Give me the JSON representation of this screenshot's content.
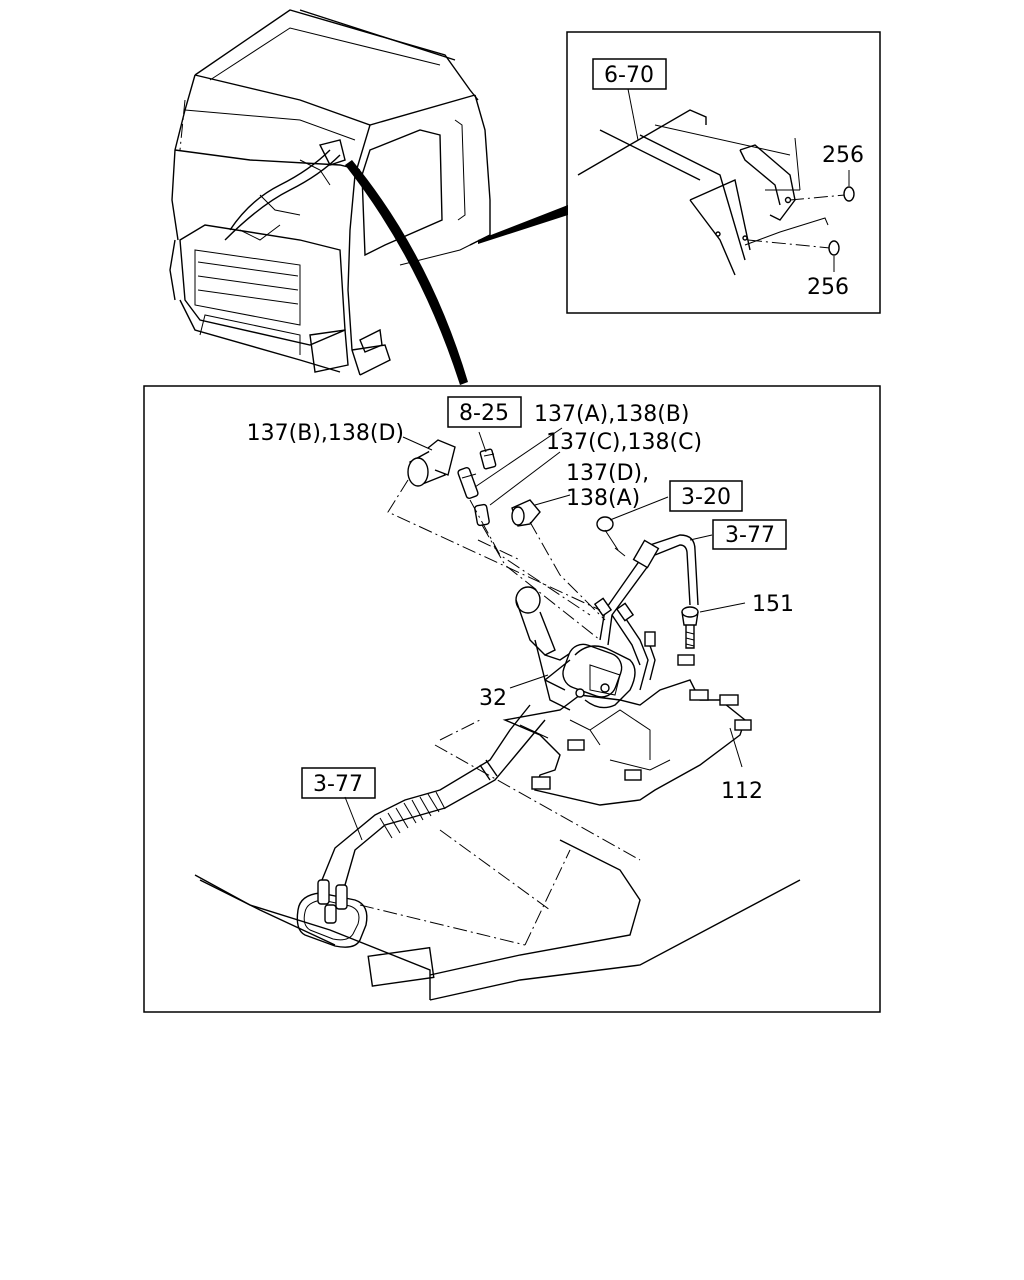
{
  "callouts": {
    "inset_ref": "6-70",
    "inset_256_a": "256",
    "inset_256_b": "256",
    "ref_8_25": "8-25",
    "ref_3_20": "3-20",
    "ref_3_77_top": "3-77",
    "ref_3_77_bottom": "3-77",
    "label_137b_138d": "137(B),138(D)",
    "label_137a_138b": "137(A),138(B)",
    "label_137c_138c": "137(C),138(C)",
    "label_137d": "137(D),",
    "label_138a": "138(A)",
    "label_151": "151",
    "label_32": "32",
    "label_112": "112"
  }
}
